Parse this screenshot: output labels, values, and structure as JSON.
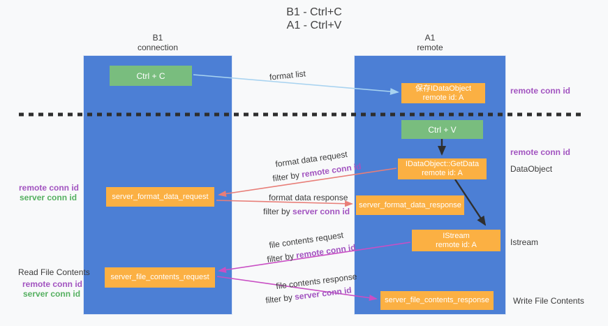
{
  "title": {
    "line1": "B1 - Ctrl+C",
    "line2": "A1 - Ctrl+V"
  },
  "columns": {
    "left": {
      "name": "B1",
      "role": "connection"
    },
    "right": {
      "name": "A1",
      "role": "remote"
    }
  },
  "nodes": {
    "ctrl_c": {
      "label": "Ctrl + C"
    },
    "save_dataobject": {
      "line1": "保存IDataObject",
      "line2": "remote id: A"
    },
    "ctrl_v": {
      "label": "Ctrl + V"
    },
    "getdata": {
      "line1": "IDataObject::GetData",
      "line2": "remote id: A"
    },
    "format_request": {
      "label": "server_format_data_request"
    },
    "format_response": {
      "label": "server_format_data_response"
    },
    "istream": {
      "line1": "IStream",
      "line2": "remote id: A"
    },
    "file_request": {
      "label": "server_file_contents_request"
    },
    "file_response": {
      "label": "server_file_contents_response"
    }
  },
  "arrow_labels": {
    "format_list": "format list",
    "format_data_request": "format data request",
    "format_data_request_filter_prefix": "filter by ",
    "format_data_request_filter_key": "remote conn id",
    "format_data_response": "format data response",
    "format_data_response_filter_prefix": "filter by ",
    "format_data_response_filter_key": "server conn id",
    "file_contents_request": "file contents request",
    "file_contents_request_filter_prefix": "filter by ",
    "file_contents_request_filter_key": "remote conn id",
    "file_contents_response": "file contents response",
    "file_contents_response_filter_prefix": "filter by ",
    "file_contents_response_filter_key": "server conn id"
  },
  "side_labels": {
    "right_top_remote_conn_id": "remote conn id",
    "right_mid_remote_conn_id": "remote conn id",
    "dataobject": "DataObject",
    "istream": "Istream",
    "write_file_contents": "Write File Contents",
    "left_mid_remote_conn_id": "remote conn id",
    "left_mid_server_conn_id": "server conn id",
    "read_file_contents": "Read File Contents",
    "left_bottom_remote_conn_id": "remote conn id",
    "left_bottom_server_conn_id": "server conn id"
  },
  "colors": {
    "background": "#f8f9fa",
    "column_blue": "#4c7fd5",
    "box_green": "#79bd7e",
    "box_orange": "#fbb043",
    "remote_conn_purple": "#a254c0",
    "server_conn_green": "#55b060",
    "arrow_light_blue": "#a8d3f0",
    "arrow_red": "#e87e78",
    "arrow_magenta": "#c94fc4",
    "arrow_black": "#2f2f2f",
    "text_dark": "#3b3b3b"
  }
}
